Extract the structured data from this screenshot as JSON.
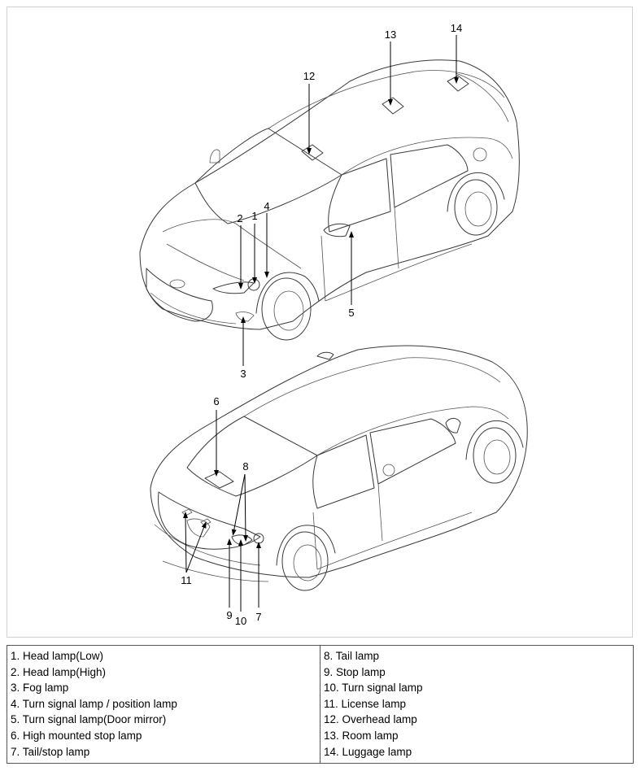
{
  "callouts": [
    "1",
    "2",
    "3",
    "4",
    "5",
    "6",
    "7",
    "8",
    "9",
    "10",
    "11",
    "12",
    "13",
    "14"
  ],
  "legend": {
    "left": [
      "1. Head lamp(Low)",
      "2. Head lamp(High)",
      "3. Fog lamp",
      "4. Turn signal lamp / position lamp",
      "5. Turn signal lamp(Door mirror)",
      "6. High mounted stop lamp",
      "7. Tail/stop lamp"
    ],
    "right": [
      "8. Tail lamp",
      "9. Stop lamp",
      "10. Turn signal lamp",
      "11. License lamp",
      "12. Overhead lamp",
      "13. Room lamp",
      "14. Luggage lamp"
    ]
  }
}
